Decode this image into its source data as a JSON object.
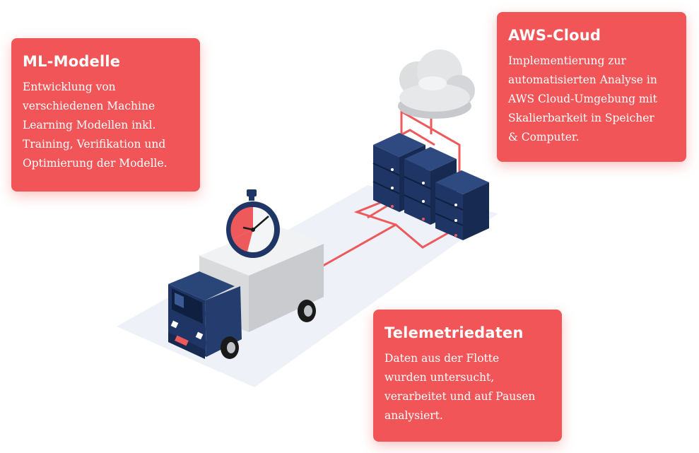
{
  "cards": {
    "ml": {
      "title": "ML-Modelle",
      "text": "Entwicklung von\nverschiedenen Machine\nLearning Modellen inkl.\nTraining, Verifikation und\nOptimierung der Modelle."
    },
    "aws": {
      "title": "AWS-Cloud",
      "text": "Implementierung zur\nautomatisierten Analyse in\nAWS Cloud-Umgebung mit\nSkalierbarkeit in Speicher\n& Computer."
    },
    "telemetry": {
      "title": "Telemetriedaten",
      "text": "Daten aus der Flotte\nwurden untersucht,\nverarbeitet und auf Pausen\nanalysiert."
    }
  },
  "colors": {
    "accent": "#f25557",
    "navy": "#1f3566",
    "light_gray": "#dfe1e3",
    "platform": "#eef2f8"
  },
  "icons": [
    "truck-icon",
    "stopwatch-icon",
    "server-rack-icon",
    "cloud-icon"
  ]
}
